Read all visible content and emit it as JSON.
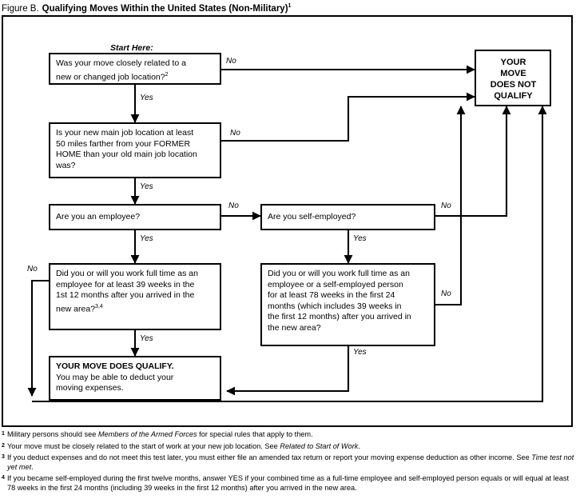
{
  "title": {
    "label": "Figure B.",
    "name": "Qualifying Moves Within the United States (Non-Military)",
    "superscript": "1"
  },
  "start_label": "Start Here:",
  "nodes": {
    "q1": {
      "id": "was-move-related",
      "lines": [
        "Was your move closely related to a",
        "new or changed job location?"
      ],
      "superscript": "2"
    },
    "q2": {
      "id": "fifty-miles-farther",
      "lines": [
        "Is your new main job location at least",
        "50 miles farther from your FORMER",
        "HOME than your old main job location",
        "was?"
      ]
    },
    "q3": {
      "id": "are-you-an-employee",
      "lines": [
        "Are you an employee?"
      ]
    },
    "q4": {
      "id": "are-you-self-employed",
      "lines": [
        "Are you self-employed?"
      ]
    },
    "q5": {
      "id": "employee-39-weeks-test",
      "lines": [
        "Did you or will you work full time as an",
        "employee for at least 39 weeks in the",
        "1st 12 months after you arrived in the",
        "new area?"
      ],
      "superscript": "3,4"
    },
    "q6": {
      "id": "self-employed-78-weeks-test",
      "lines": [
        "Did you or will you work full time as an",
        "employee or a self-employed person",
        "for at least 78 weeks in the first 24",
        "months (which includes 39 weeks in",
        "the first 12 months) after you arrived in",
        "the new area?"
      ]
    },
    "qualify": {
      "id": "move-does-qualify",
      "heading": "YOUR MOVE DOES QUALIFY.",
      "lines": [
        "You may be able to deduct your",
        "moving expenses."
      ]
    },
    "not_qualify": {
      "id": "move-does-not-qualify",
      "lines": [
        "YOUR",
        "MOVE",
        "DOES NOT",
        "QUALIFY"
      ]
    }
  },
  "edge_labels": {
    "no1": "No",
    "no2": "No",
    "no3": "No",
    "no4": "No",
    "no5": "No",
    "no6": "No",
    "yes1": "Yes",
    "yes2": "Yes",
    "yes3": "Yes",
    "yes4": "Yes",
    "yes5": "Yes",
    "yes6": "Yes"
  },
  "footnotes": [
    {
      "mark": "1",
      "pre": "Military persons should see ",
      "italic": "Members of the Armed Forces",
      "post": " for special rules that apply to them."
    },
    {
      "mark": "2",
      "pre": "Your move must be closely related to the start of work at your new job location. See ",
      "italic": "Related to Start of Work",
      "post": "."
    },
    {
      "mark": "3",
      "pre": "If you deduct expenses and do not meet this test later, you must either file an amended tax return or report your moving expense deduction as other income. See ",
      "italic": "Time test not yet met",
      "post": "."
    },
    {
      "mark": "4",
      "pre": "If you became self-employed during the first twelve months, answer YES if your combined time as a full-time employee and self-employed person equals or will equal at least 78 weeks in the first 24 months (including 39 weeks in the first 12 months) after you arrived in the new area.",
      "italic": "",
      "post": ""
    }
  ],
  "colors": {
    "ink": "#000000",
    "paper": "#ffffff"
  }
}
